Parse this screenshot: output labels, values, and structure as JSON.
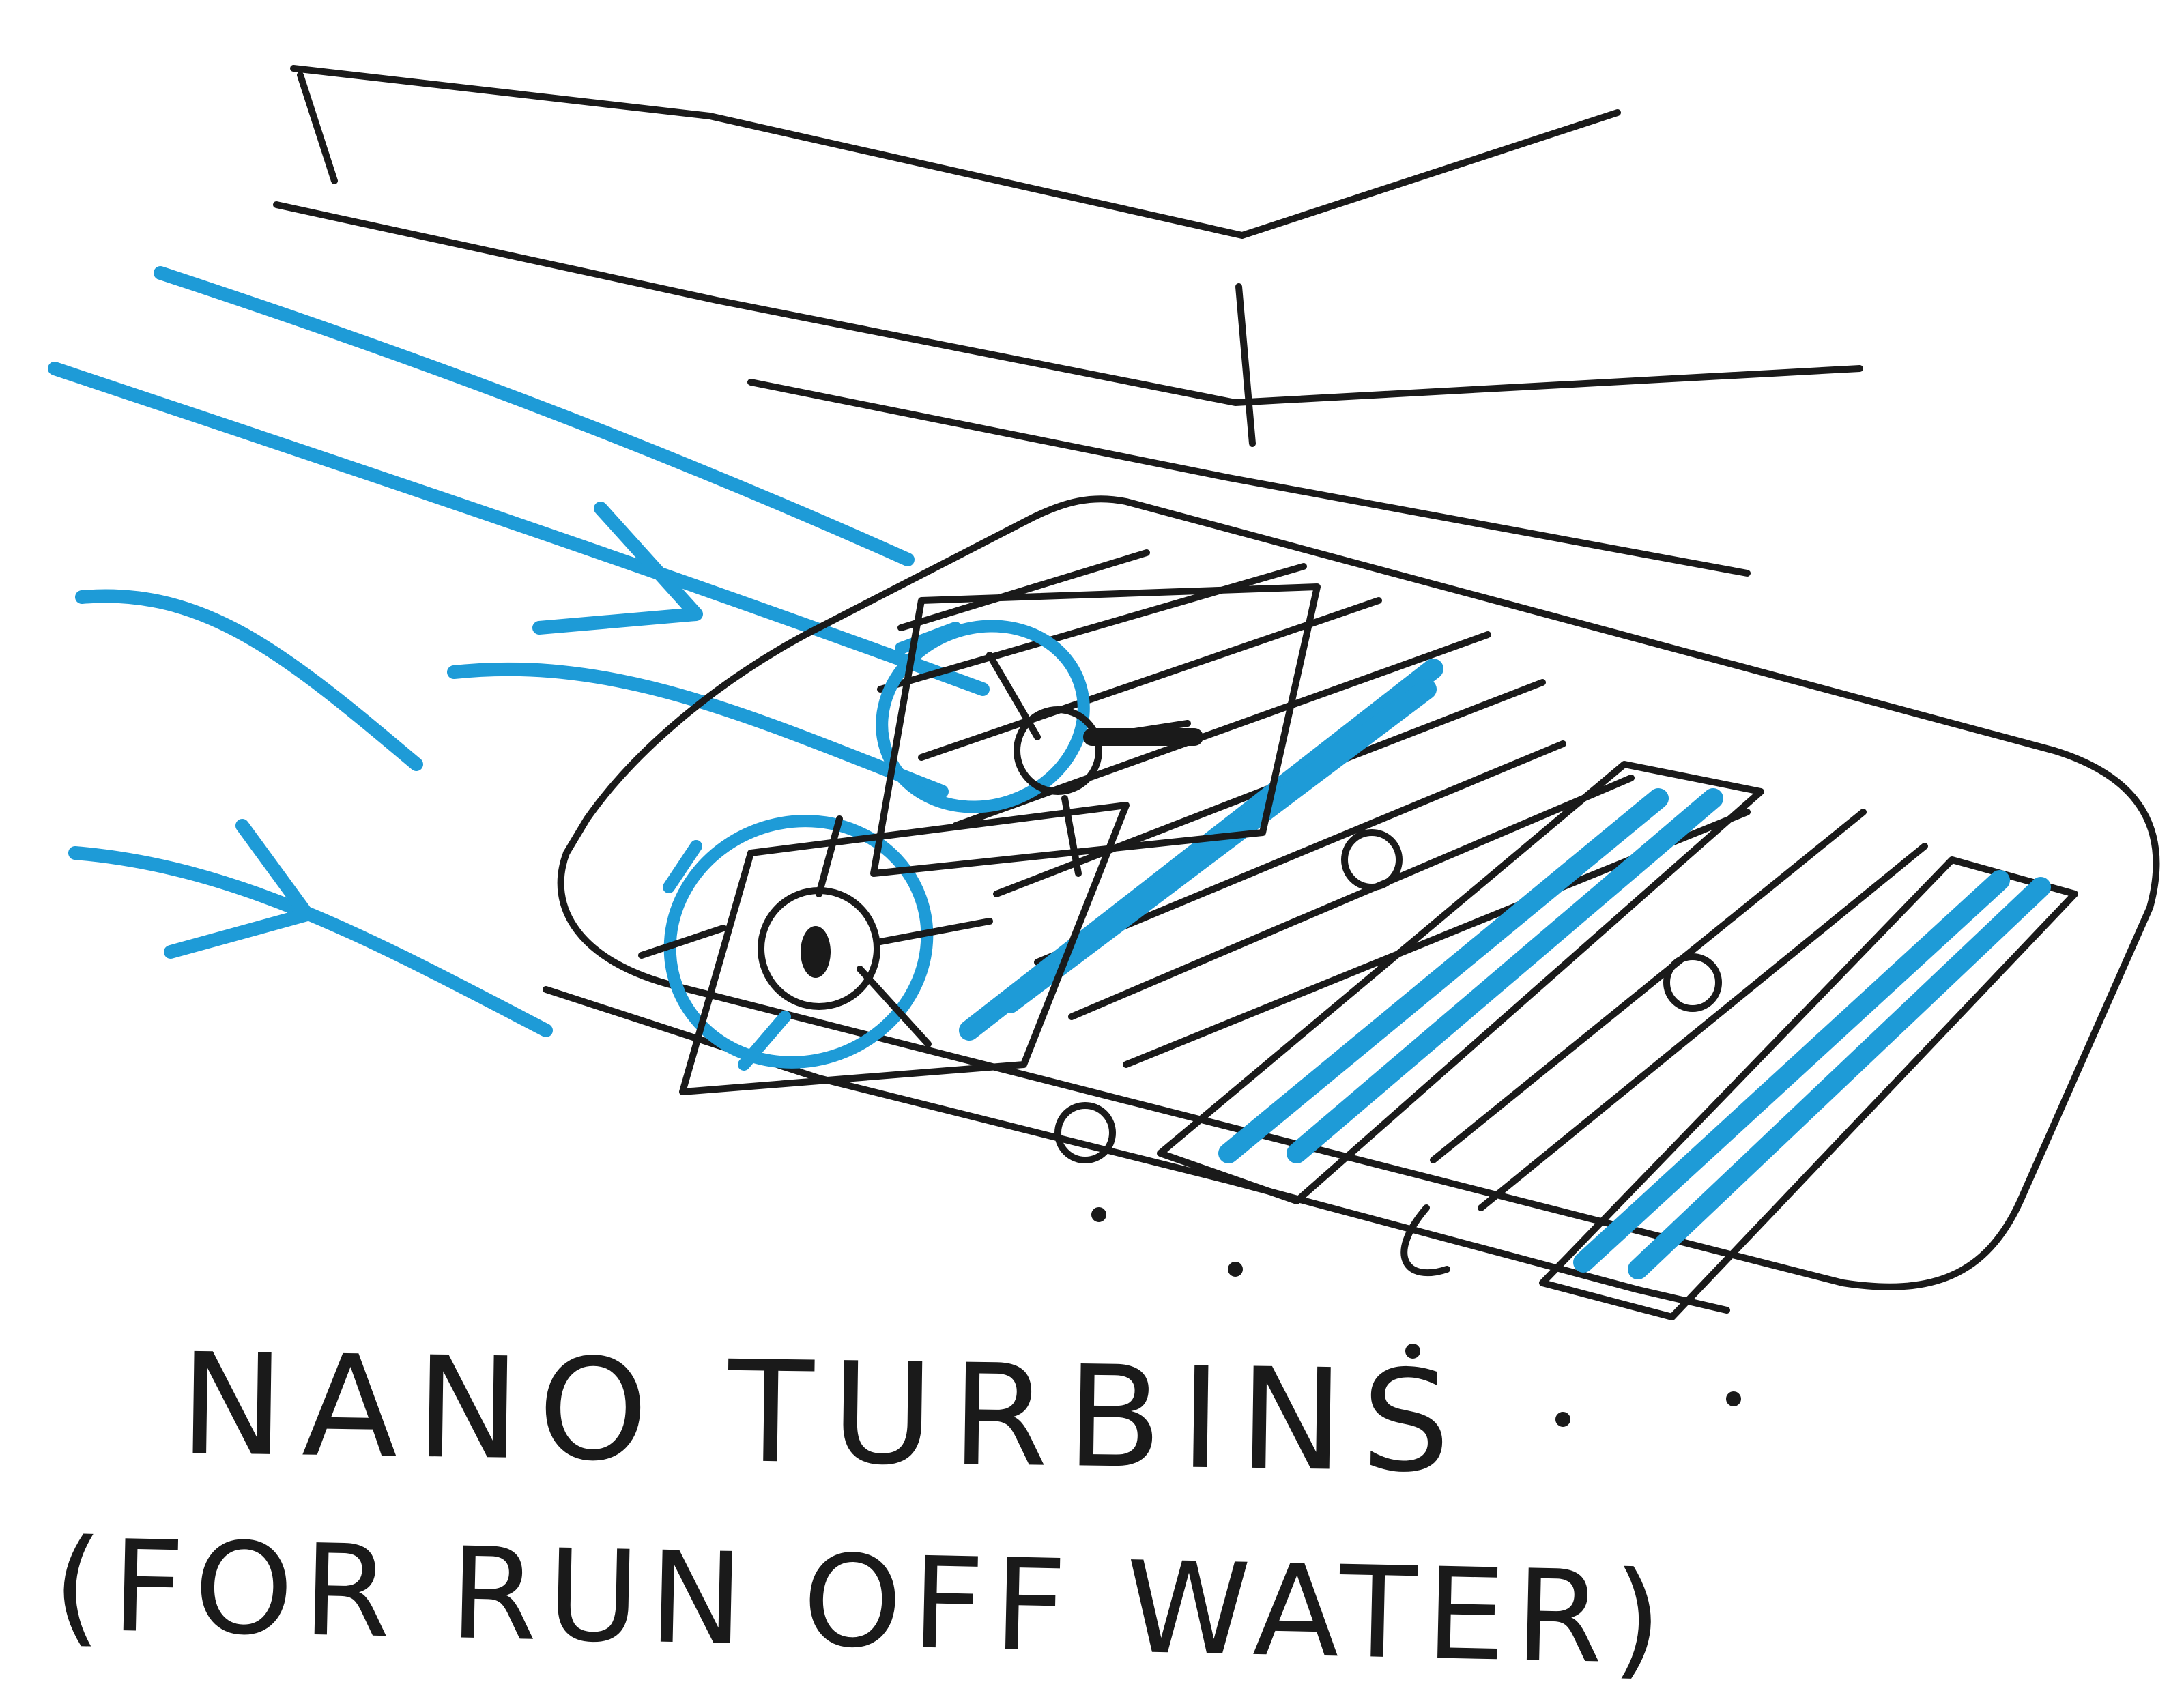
{
  "caption": {
    "title": "NANO TURBINS",
    "subtitle": "(FOR RUN OFF WATER)"
  },
  "colors": {
    "ink": "#1a1a1a",
    "water": "#1e9bd7",
    "paper": "#ffffff"
  },
  "icons": [
    "curb-sketch",
    "water-flow-arrows",
    "storm-drain-grate",
    "turbine-sketch"
  ]
}
